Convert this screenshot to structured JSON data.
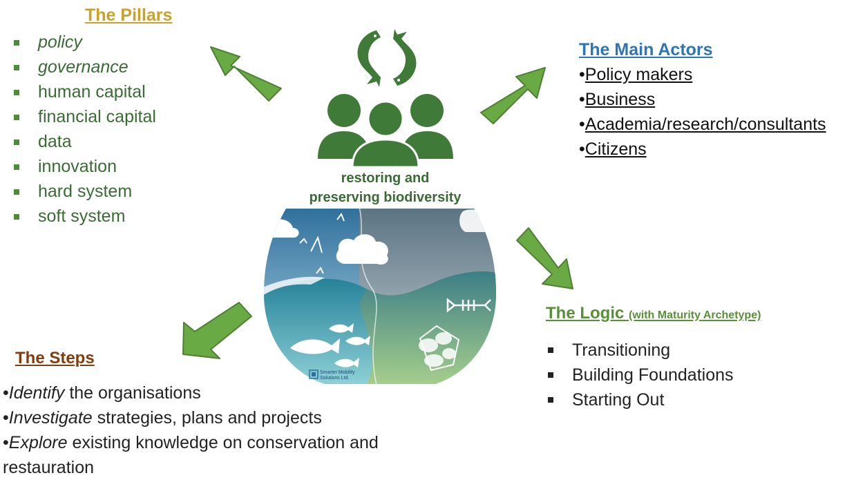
{
  "pillars": {
    "title": "The Pillars",
    "items": [
      "policy",
      "governance",
      "human capital",
      "financial capital",
      "data",
      "innovation",
      "hard system",
      "soft system"
    ]
  },
  "actors": {
    "title": "The Main Actors",
    "items": [
      "Policy makers",
      "Business",
      "Academia/research/consultants",
      "Citizens"
    ]
  },
  "center": {
    "line1": "restoring and",
    "line2": "preserving biodiversity",
    "logo_line1": "Smarter Mobility",
    "logo_line2": "Solutions Ltd."
  },
  "logic": {
    "title": "The Logic ",
    "title_paren": "(with Maturity Archetype)",
    "items": [
      "Transitioning",
      "Building Foundations",
      "Starting Out"
    ]
  },
  "steps": {
    "title": "The Steps",
    "items": [
      {
        "em": "Identify",
        "rest": " the organisations"
      },
      {
        "em": "Investigate",
        "rest": " strategies, plans and projects"
      },
      {
        "em": "Explore",
        "rest": " existing knowledge on conservation and restauration"
      }
    ]
  },
  "colors": {
    "arrow": "#6aaa45",
    "arrow_border": "#4f7f33",
    "people": "#3f7a38",
    "pillars_title": "#c9a227",
    "actors_title": "#2e75b6",
    "logic_title": "#5a8f3a",
    "steps_title": "#843c0c"
  }
}
